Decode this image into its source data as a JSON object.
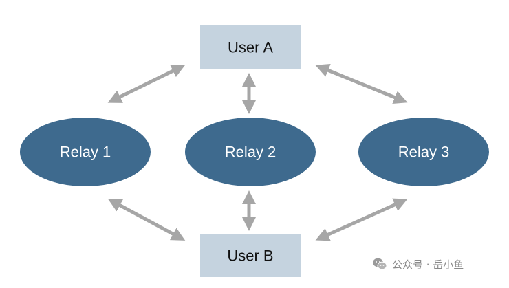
{
  "diagram": {
    "users": [
      {
        "id": "user-a",
        "label": "User A"
      },
      {
        "id": "user-b",
        "label": "User B"
      }
    ],
    "relays": [
      {
        "id": "relay-1",
        "label": "Relay 1"
      },
      {
        "id": "relay-2",
        "label": "Relay 2"
      },
      {
        "id": "relay-3",
        "label": "Relay 3"
      }
    ],
    "connections": [
      {
        "from": "user-a",
        "to": "relay-1",
        "direction": "both"
      },
      {
        "from": "user-a",
        "to": "relay-2",
        "direction": "both"
      },
      {
        "from": "user-a",
        "to": "relay-3",
        "direction": "both"
      },
      {
        "from": "user-b",
        "to": "relay-1",
        "direction": "both"
      },
      {
        "from": "user-b",
        "to": "relay-2",
        "direction": "both"
      },
      {
        "from": "user-b",
        "to": "relay-3",
        "direction": "both"
      }
    ],
    "colors": {
      "user_box": "#c5d3df",
      "relay": "#3e6a8e",
      "arrow": "#a6a6a6",
      "user_text": "#111111",
      "relay_text": "#ffffff"
    }
  },
  "watermark": {
    "icon": "wechat-icon",
    "text": "公众号 · 岳小鱼"
  }
}
